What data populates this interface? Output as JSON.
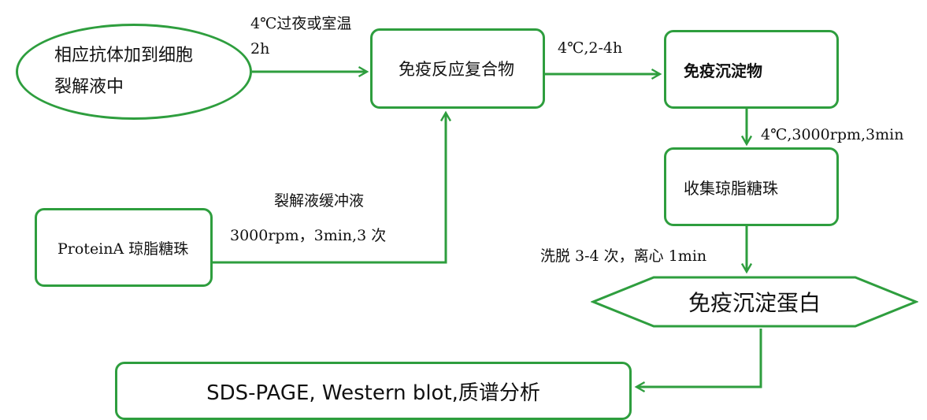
{
  "nodes": {
    "lysate": "相应抗体加到细胞裂解液中",
    "complex": "免疫反应复合物",
    "precipitate": "免疫沉淀物",
    "collect": "收集琼脂糖珠",
    "beads": "ProteinA 琼脂糖珠",
    "protein": "免疫沉淀蛋白",
    "analysis": "SDS-PAGE, Western blot,质谱分析"
  },
  "edge_labels": {
    "overnight": "4℃过夜或室温 2h",
    "incubate": "4℃,2-4h",
    "centrifuge": "4℃,3000rpm,3min",
    "buffer": "裂解液缓冲液",
    "spin": "3000rpm，3min,3 次",
    "elute": "洗脱 3-4 次，离心 1min"
  },
  "colors": {
    "stroke": "#2e9e3e",
    "text": "#111111"
  }
}
